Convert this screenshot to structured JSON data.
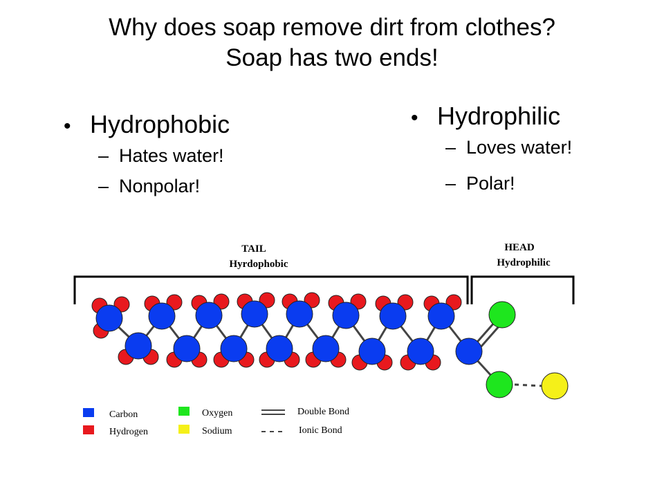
{
  "slide": {
    "title_line1": "Why does soap remove dirt from clothes?",
    "title_line2": "Soap has two ends!",
    "left": {
      "heading": "Hydrophobic",
      "points": [
        "Hates water!",
        "Nonpolar!"
      ]
    },
    "right": {
      "heading": "Hydrophilic",
      "points": [
        "Loves water!",
        "Polar!"
      ]
    },
    "bullet_glyph": "•",
    "dash_glyph": "–"
  },
  "diagram": {
    "tail_label": "TAIL",
    "tail_sublabel": "Hyrdophobic",
    "head_label": "HEAD",
    "head_sublabel": "Hydrophilic",
    "legend": {
      "carbon": "Carbon",
      "hydrogen": "Hydrogen",
      "oxygen": "Oxygen",
      "sodium": "Sodium",
      "double_bond": "Double Bond",
      "ionic_bond": "Ionic Bond"
    },
    "colors": {
      "carbon": "#0a3cf0",
      "hydrogen": "#e8191e",
      "oxygen": "#1ee61e",
      "sodium": "#f5f019",
      "bond": "#444444"
    }
  }
}
